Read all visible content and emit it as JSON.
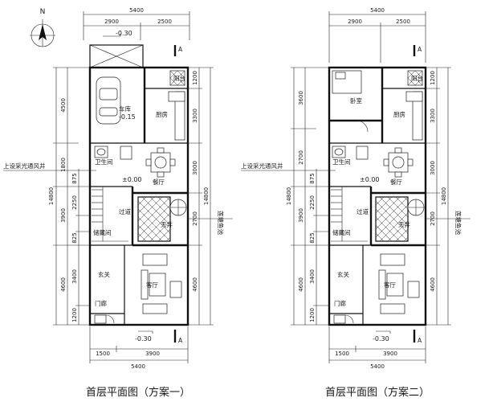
{
  "north_label": "N",
  "plans": [
    {
      "title": "首层平面图（方案一）",
      "dims": {
        "top_total": "5400",
        "top_left": "2900",
        "top_right": "2500",
        "bottom_total": "5400",
        "bottom_left": "1500",
        "bottom_right": "3900",
        "left_outer": [
          "4500",
          "1800",
          "3900",
          "4600"
        ],
        "left_inner": [
          "875",
          "2250",
          "825",
          "3400",
          "1200"
        ],
        "left_total": "14800",
        "right_inner": [
          "1200",
          "3300",
          "3000",
          "2700",
          "4600"
        ],
        "right_total": "14800"
      },
      "rooms": {
        "a": "阳台",
        "b": "车库",
        "c": "厨房",
        "d": "卫生间",
        "e": "餐厅",
        "f": "天井",
        "g": "过道",
        "h": "玄关",
        "i": "客厅",
        "j": "门廊",
        "k": "储藏间"
      },
      "levels": {
        "top": "-0.30",
        "room": "-0.15",
        "center": "±0.00",
        "bottom": "-0.30"
      },
      "notes": {
        "left": "上设采光通风井",
        "right": "莲塘鱼池"
      },
      "section_mark": "A"
    },
    {
      "title": "首层平面图（方案二）",
      "dims": {
        "top_total": "5400",
        "top_left": "2900",
        "top_right": "2500",
        "bottom_total": "5400",
        "bottom_left": "1500",
        "bottom_right": "3900",
        "left_outer": [
          "3600",
          "2700",
          "3900",
          "4600"
        ],
        "left_inner": [
          "875",
          "2250",
          "825",
          "3400",
          "1200"
        ],
        "left_total": "14800",
        "right_inner": [
          "1200",
          "3300",
          "3000",
          "2700",
          "4600"
        ],
        "right_total": "14800"
      },
      "rooms": {
        "a": "阳台",
        "b": "卧室",
        "c": "厨房",
        "d": "卫生间",
        "e": "餐厅",
        "f": "天井",
        "g": "过道",
        "h": "玄关",
        "i": "客厅",
        "j": "门廊",
        "k": "储藏间"
      },
      "levels": {
        "top": "",
        "room": "",
        "center": "±0.00",
        "bottom": "-0.30"
      },
      "notes": {
        "left": "上设采光通风井",
        "right": "莲塘鱼池"
      },
      "section_mark": "A"
    }
  ]
}
